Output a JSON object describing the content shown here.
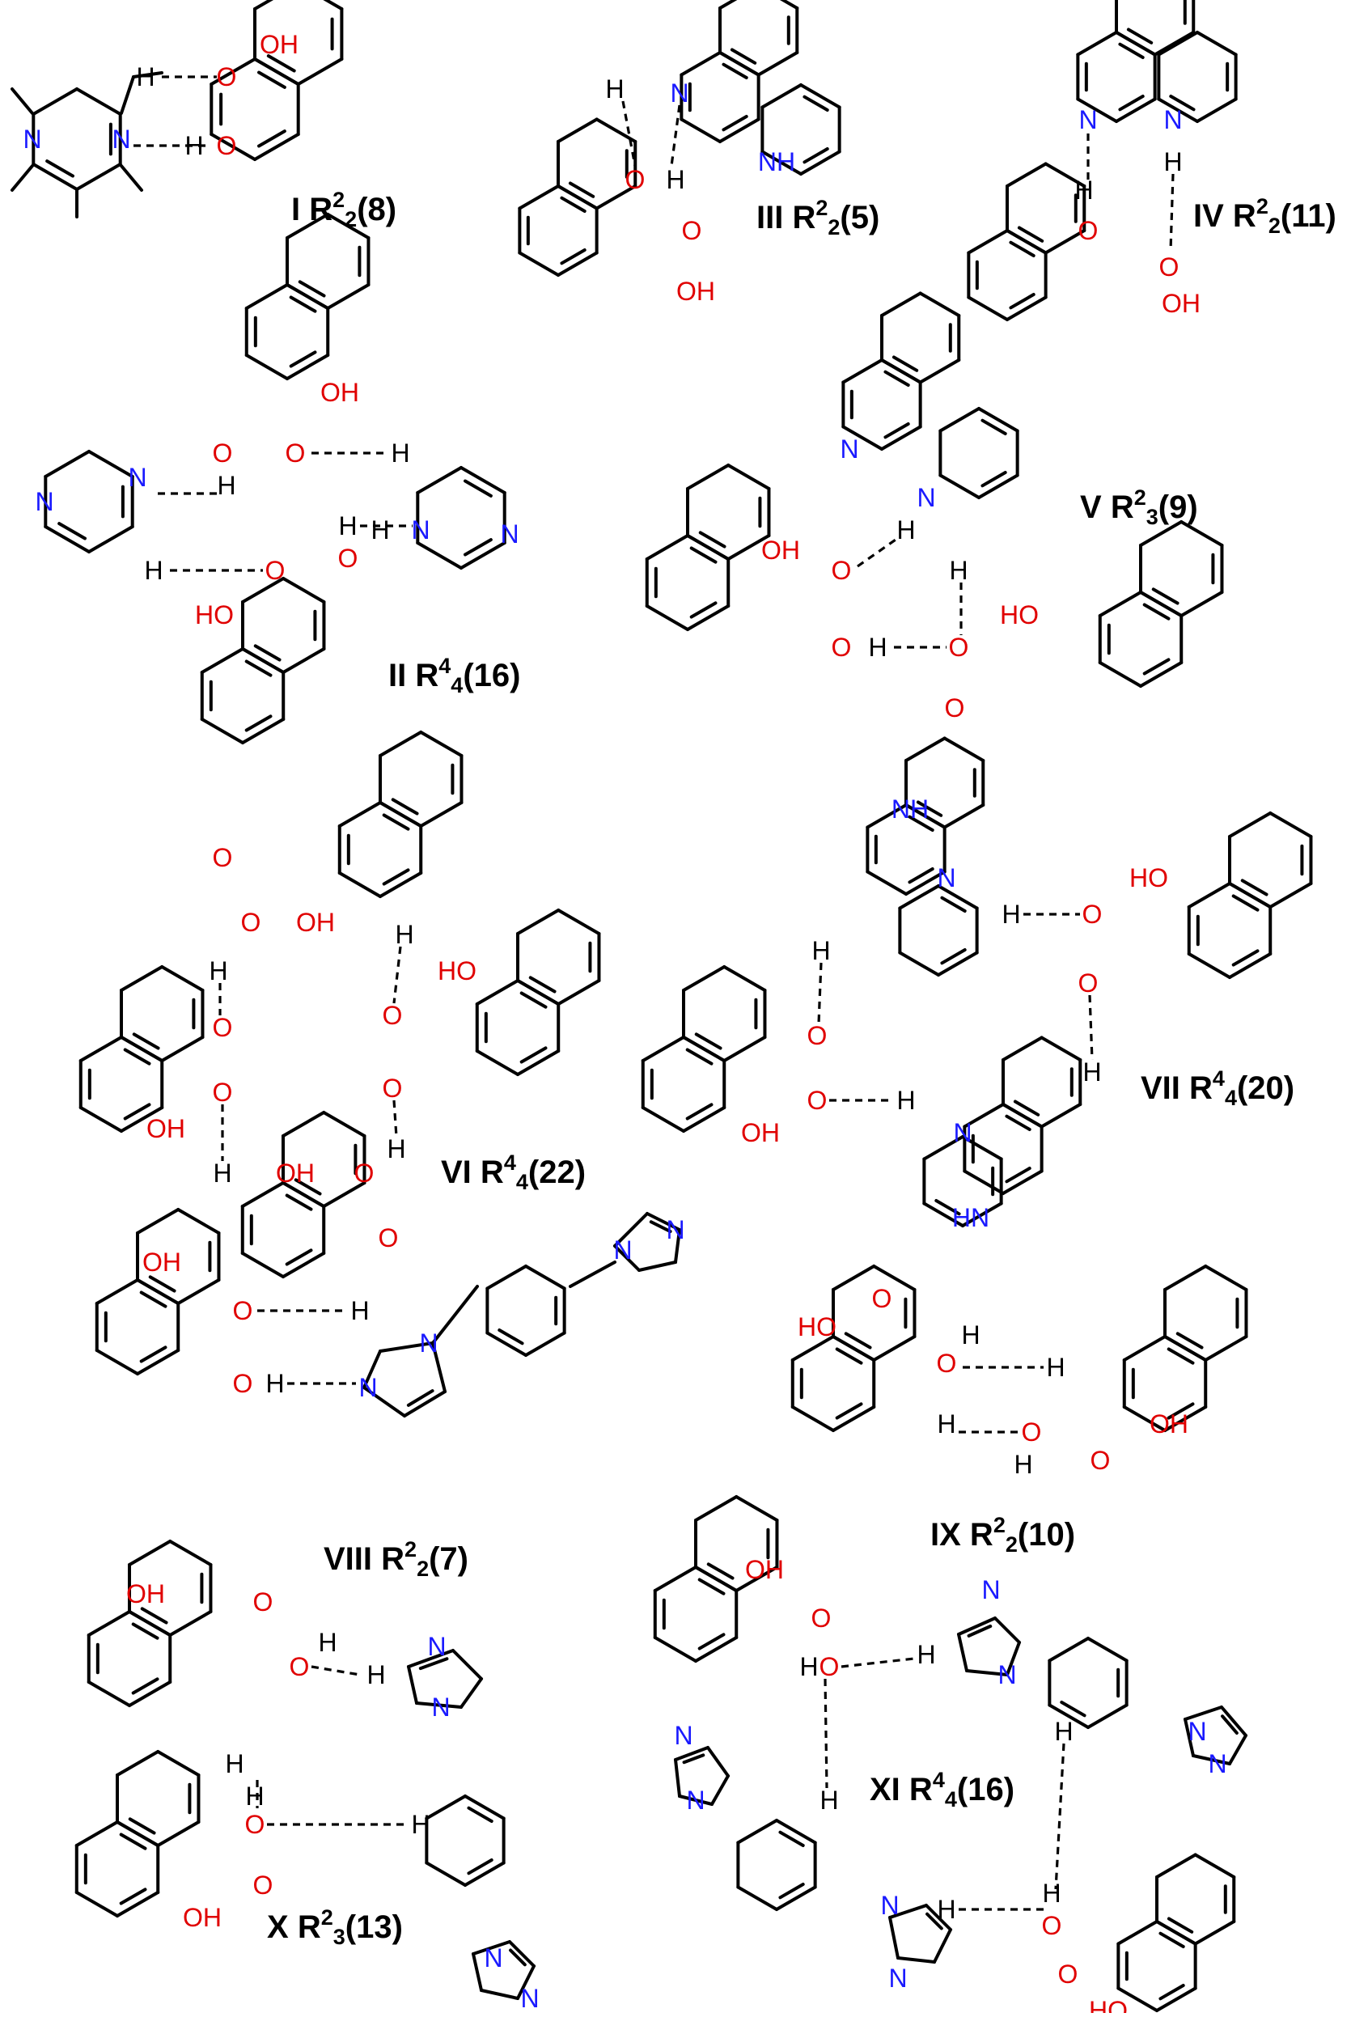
{
  "figure": {
    "colors": {
      "bond": "#000000",
      "oxygen": "#e00000",
      "nitrogen": "#1a1aff",
      "hydrogen": "#000000"
    }
  },
  "motifs": [
    {
      "roman": "I",
      "R": "R",
      "sup": "2",
      "sub": "2",
      "ring": "(8)"
    },
    {
      "roman": "II",
      "R": "R",
      "sup": "4",
      "sub": "4",
      "ring": "(16)"
    },
    {
      "roman": "III",
      "R": "R",
      "sup": "2",
      "sub": "2",
      "ring": "(5)"
    },
    {
      "roman": "IV",
      "R": "R",
      "sup": "2",
      "sub": "2",
      "ring": "(11)"
    },
    {
      "roman": "V",
      "R": "R",
      "sup": "2",
      "sub": "3",
      "ring": "(9)"
    },
    {
      "roman": "VI",
      "R": "R",
      "sup": "4",
      "sub": "4",
      "ring": "(22)"
    },
    {
      "roman": "VII",
      "R": "R",
      "sup": "4",
      "sub": "4",
      "ring": "(20)"
    },
    {
      "roman": "VIII",
      "R": "R",
      "sup": "2",
      "sub": "2",
      "ring": "(7)"
    },
    {
      "roman": "IX",
      "R": "R",
      "sup": "2",
      "sub": "2",
      "ring": "(10)"
    },
    {
      "roman": "X",
      "R": "R",
      "sup": "2",
      "sub": "3",
      "ring": "(13)"
    },
    {
      "roman": "XI",
      "R": "R",
      "sup": "4",
      "sub": "4",
      "ring": "(16)"
    }
  ],
  "atoms": {
    "O": "O",
    "N": "N",
    "H": "H",
    "OH": "OH",
    "HO": "HO",
    "NH": "NH",
    "HN": "HN"
  }
}
